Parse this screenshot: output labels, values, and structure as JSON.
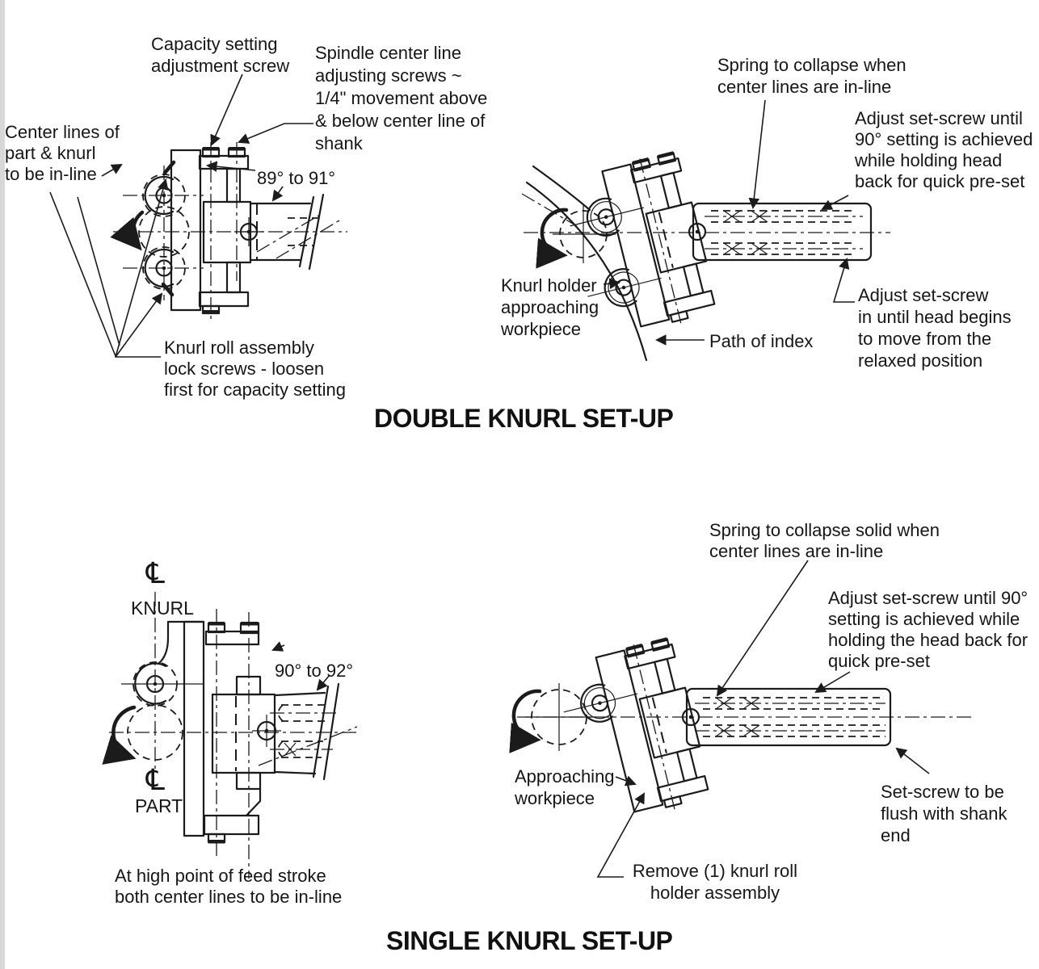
{
  "colors": {
    "background": "#ffffff",
    "ink": "#1b1b1b"
  },
  "double_setup": {
    "title": "DOUBLE KNURL SET-UP",
    "front_view": {
      "capacity_label": "Capacity setting\nadjustment screw",
      "spindle_label": "Spindle center line\nadjusting  screws ~\n1/4\" movement above\n& below center line of\nshank",
      "centerlines_label": "Center lines of\npart & knurl\nto be in-line",
      "angle_label": "89° to 91°",
      "lock_screws_label": "Knurl roll assembly\nlock screws - loosen\nfirst for capacity setting"
    },
    "index_view": {
      "spring_label": "Spring to collapse when\ncenter lines are in-line",
      "adjust_preset_label": "Adjust set-screw until\n90° setting is achieved\nwhile holding head\nback for quick pre-set",
      "approach_label": "Knurl holder\napproaching\nworkpiece",
      "path_label": "Path of index",
      "adjust_relaxed_label": "Adjust set-screw\nin until head begins\nto move from the\nrelaxed position"
    }
  },
  "single_setup": {
    "title": "SINGLE KNURL SET-UP",
    "front_view": {
      "centerline_symbol": "℄",
      "knurl_label": "KNURL",
      "part_label": "PART",
      "angle_label": "90° to 92°",
      "feed_stroke_label": "At high point of feed stroke\nboth center lines to be in-line"
    },
    "index_view": {
      "spring_label": "Spring to collapse solid when\ncenter lines are in-line",
      "adjust_preset_label": "Adjust set-screw until 90°\nsetting is achieved while\nholding the head back for\nquick pre-set",
      "approach_label": "Approaching\nworkpiece",
      "flush_label": "Set-screw to be\nflush with shank end",
      "remove_label": "Remove (1) knurl roll\nholder assembly"
    }
  }
}
